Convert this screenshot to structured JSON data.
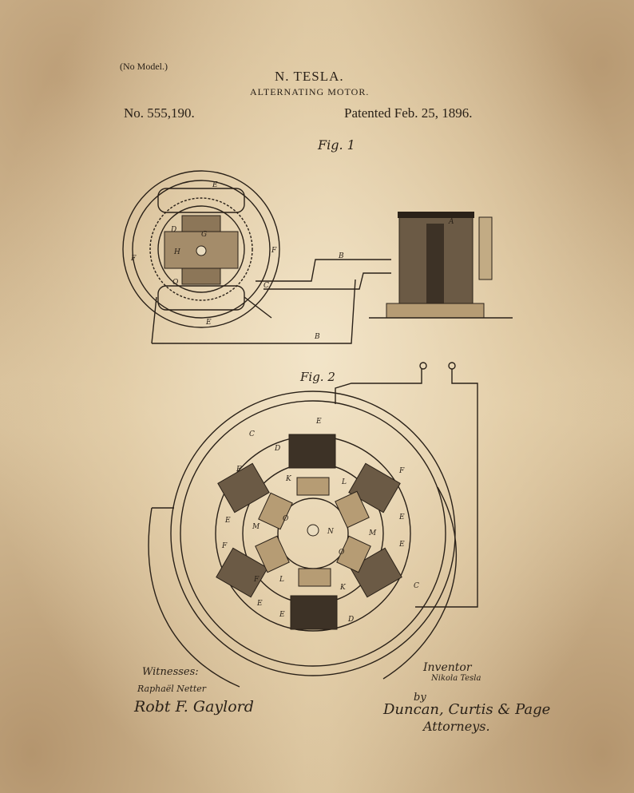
{
  "header": {
    "no_model": "(No Model.)",
    "inventor_name": "N. TESLA.",
    "title": "ALTERNATING MOTOR.",
    "patent_number": "No. 555,190.",
    "patent_date": "Patented Feb. 25, 1896."
  },
  "figures": {
    "fig1_label": "Fig. 1",
    "fig2_label": "Fig. 2"
  },
  "fig1_letters": [
    "E",
    "D",
    "G",
    "H",
    "F",
    "F",
    "O",
    "C",
    "E",
    "B",
    "B",
    "A"
  ],
  "fig2_letters": [
    "E",
    "C",
    "D",
    "F",
    "K",
    "L",
    "F",
    "E",
    "E",
    "M",
    "O",
    "N",
    "O",
    "M",
    "F",
    "E",
    "F",
    "E",
    "L",
    "K",
    "E",
    "D",
    "C"
  ],
  "footer": {
    "witnesses_label": "Witnesses:",
    "witness_1": "Raphaël Netter",
    "witness_2": "Robt F. Gaylord",
    "inventor_label": "Inventor",
    "inventor_signature": "Nikola Tesla",
    "by_label": "by",
    "attorney_signature": "Duncan, Curtis & Page",
    "attorneys_label": "Attorneys."
  },
  "colors": {
    "ink": "#2a2118",
    "paper": "#dcc6a0"
  }
}
